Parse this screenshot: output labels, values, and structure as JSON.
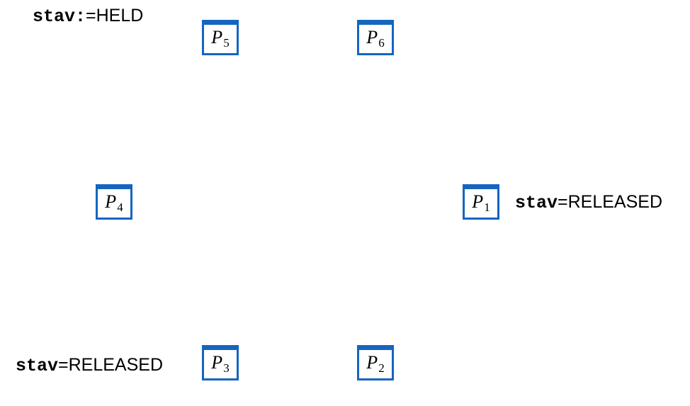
{
  "nodes": [
    {
      "id": "p5",
      "letter": "P",
      "index": "5"
    },
    {
      "id": "p6",
      "letter": "P",
      "index": "6"
    },
    {
      "id": "p4",
      "letter": "P",
      "index": "4"
    },
    {
      "id": "p1",
      "letter": "P",
      "index": "1"
    },
    {
      "id": "p3",
      "letter": "P",
      "index": "3"
    },
    {
      "id": "p2",
      "letter": "P",
      "index": "2"
    }
  ],
  "states": {
    "p5": {
      "keyword": "stav:",
      "value": "=HELD"
    },
    "p1": {
      "keyword": "stav",
      "value": "=RELEASED"
    },
    "p3": {
      "keyword": "stav",
      "value": "=RELEASED"
    }
  },
  "colors": {
    "node_border": "#1565c0",
    "text": "#000000",
    "background": "#ffffff"
  }
}
